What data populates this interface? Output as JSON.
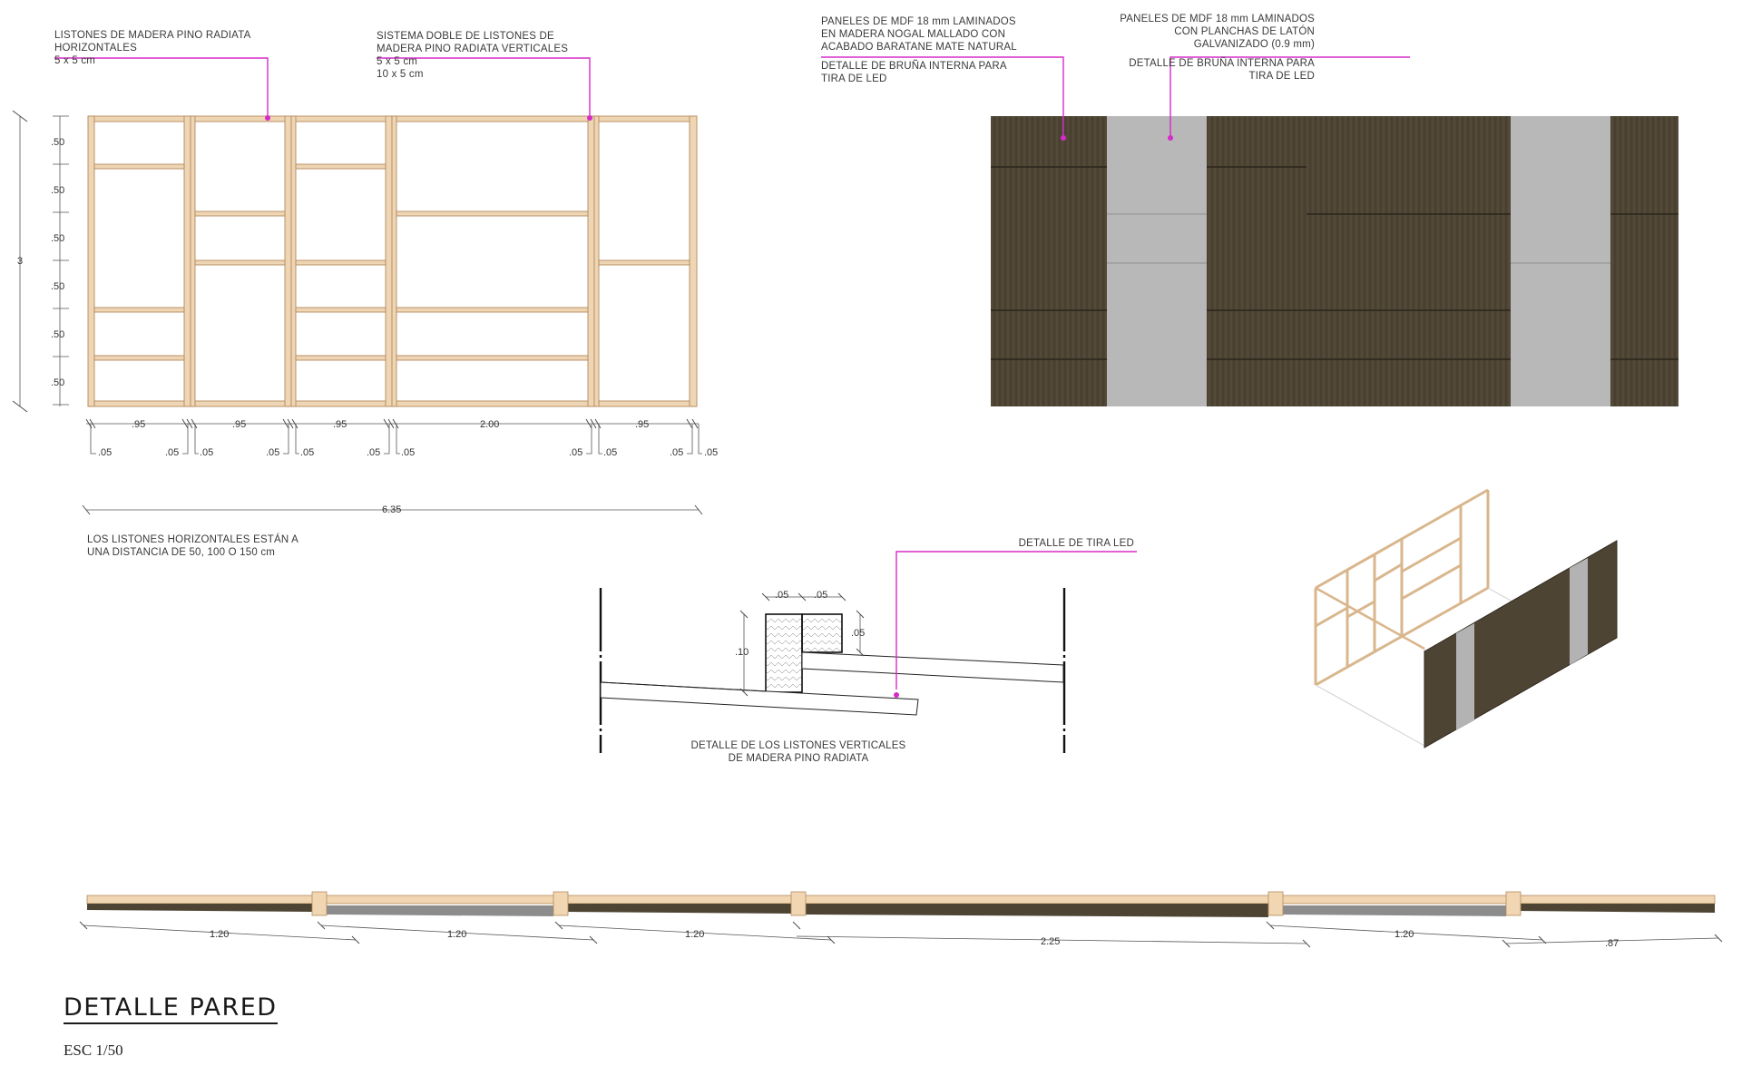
{
  "sheet": {
    "title": "DETALLE PARED",
    "scale": "ESC 1/50"
  },
  "labels": {
    "horizontal_slats": {
      "lines": [
        "LISTONES DE MADERA PINO RADIATA",
        "HORIZONTALES"
      ],
      "size": "5 x 5 cm"
    },
    "vertical_slats": {
      "lines": [
        "SISTEMA DOBLE DE LISTONES DE",
        "MADERA PINO RADIATA VERTICALES"
      ],
      "sizes": [
        "5 x 5 cm",
        "10 x 5 cm"
      ]
    },
    "mdf_walnut": {
      "lines": [
        "PANELES DE MDF 18 mm LAMINADOS",
        "EN MADERA NOGAL MALLADO CON",
        "ACABADO BARATANE MATE NATURAL"
      ],
      "detail": [
        "DETALLE DE BRUÑA INTERNA PARA",
        "TIRA DE LED"
      ]
    },
    "mdf_brass": {
      "lines": [
        "PANELES DE MDF 18 mm LAMINADOS",
        "CON PLANCHAS DE LATÓN",
        "GALVANIZADO (0.9 mm)"
      ],
      "detail": [
        "DETALLE DE BRUÑA INTERNA PARA",
        "TIRA DE LED"
      ]
    },
    "spacing_note": [
      "LOS LISTONES HORIZONTALES ESTÁN A",
      "UNA DISTANCIA DE 50, 100 O 150 cm"
    ],
    "led_detail": "DETALLE DE TIRA LED",
    "section_caption": [
      "DETALLE DE LOS LISTONES VERTICALES",
      "DE MADERA PINO RADIATA"
    ]
  },
  "frame_dims": {
    "height_total": "3",
    "vertical_steps": [
      ".50",
      ".50",
      ".50",
      ".50",
      ".50",
      ".50"
    ],
    "bay_widths": [
      ".95",
      ".95",
      ".95",
      "2.00",
      ".95"
    ],
    "post_widths": [
      ".05",
      ".05",
      ".05",
      ".05",
      ".05",
      ".05",
      ".05",
      ".05",
      ".05",
      ".05",
      ".05"
    ],
    "total_width": "6.35"
  },
  "section_dims": {
    "top_a": ".05",
    "top_b": ".05",
    "height": ".10",
    "right": ".05"
  },
  "plan_dims": [
    {
      "label": "1.20",
      "center": 240
    },
    {
      "label": "1.20",
      "center": 502
    },
    {
      "label": "1.20",
      "center": 764
    },
    {
      "label": "2.25",
      "center": 1156
    },
    {
      "label": "1.20",
      "center": 1546
    },
    {
      "label": ".87",
      "center": 1776
    }
  ],
  "colors": {
    "pine": "#eed5b4",
    "pine_edge": "#b48a5e",
    "walnut": "#4d4434",
    "brass": "#b8b8b8",
    "leader": "#d52bc9"
  }
}
